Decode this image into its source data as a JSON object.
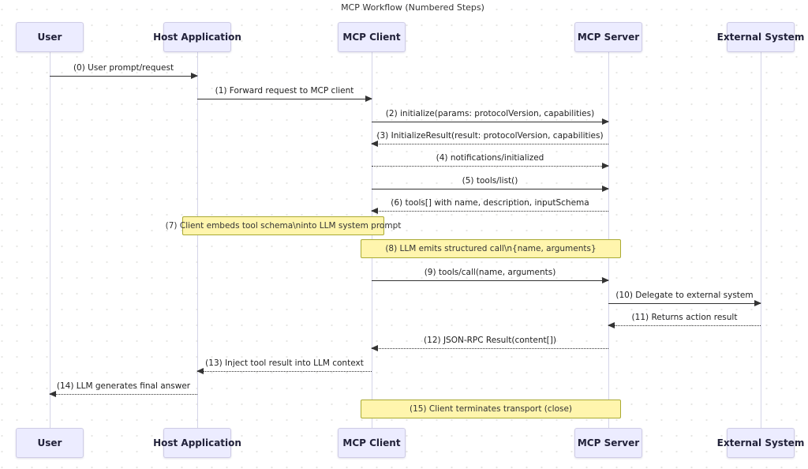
{
  "title": "MCP Workflow (Numbered Steps)",
  "actors": [
    {
      "label": "User"
    },
    {
      "label": "Host Application"
    },
    {
      "label": "MCP Client"
    },
    {
      "label": "MCP Server"
    },
    {
      "label": "External System"
    }
  ],
  "messages": [
    {
      "label": "(0) User prompt/request",
      "from": "User",
      "to": "Host Application",
      "line": "solid"
    },
    {
      "label": "(1) Forward request to MCP client",
      "from": "Host Application",
      "to": "MCP Client",
      "line": "solid"
    },
    {
      "label": "(2) initialize(params: protocolVersion, capabilities)",
      "from": "MCP Client",
      "to": "MCP Server",
      "line": "solid"
    },
    {
      "label": "(3) InitializeResult(result: protocolVersion, capabilities)",
      "from": "MCP Server",
      "to": "MCP Client",
      "line": "dotted"
    },
    {
      "label": "(4) notifications/initialized",
      "from": "MCP Client",
      "to": "MCP Server",
      "line": "dotted"
    },
    {
      "label": "(5) tools/list()",
      "from": "MCP Client",
      "to": "MCP Server",
      "line": "solid"
    },
    {
      "label": "(6) tools[] with name, description, inputSchema",
      "from": "MCP Server",
      "to": "MCP Client",
      "line": "dotted"
    },
    {
      "label": "(9) tools/call(name, arguments)",
      "from": "MCP Client",
      "to": "MCP Server",
      "line": "solid"
    },
    {
      "label": "(10) Delegate to external system",
      "from": "MCP Server",
      "to": "External System",
      "line": "solid"
    },
    {
      "label": "(11) Returns action result",
      "from": "External System",
      "to": "MCP Server",
      "line": "dotted"
    },
    {
      "label": "(12) JSON-RPC Result(content[])",
      "from": "MCP Server",
      "to": "MCP Client",
      "line": "dotted"
    },
    {
      "label": "(13) Inject tool result into LLM context",
      "from": "MCP Client",
      "to": "Host Application",
      "line": "dotted"
    },
    {
      "label": "(14) LLM generates final answer",
      "from": "Host Application",
      "to": "User",
      "line": "dotted"
    }
  ],
  "notes": [
    {
      "label": "(7) Client embeds tool schema\\ninto LLM system prompt",
      "over": [
        "Host Application",
        "MCP Client"
      ]
    },
    {
      "label": "(8) LLM emits structured call\\n{name, arguments}",
      "over": [
        "MCP Client",
        "MCP Server"
      ]
    },
    {
      "label": "(15) Client terminates transport (close)",
      "over": [
        "MCP Client",
        "MCP Server"
      ]
    }
  ],
  "colors": {
    "actor_fill": "#ececff",
    "actor_border": "#cfcce6",
    "note_fill": "#fff5ad",
    "note_border": "#aaaa33",
    "message_line": "#333333",
    "lifeline": "#d4d4e8"
  }
}
